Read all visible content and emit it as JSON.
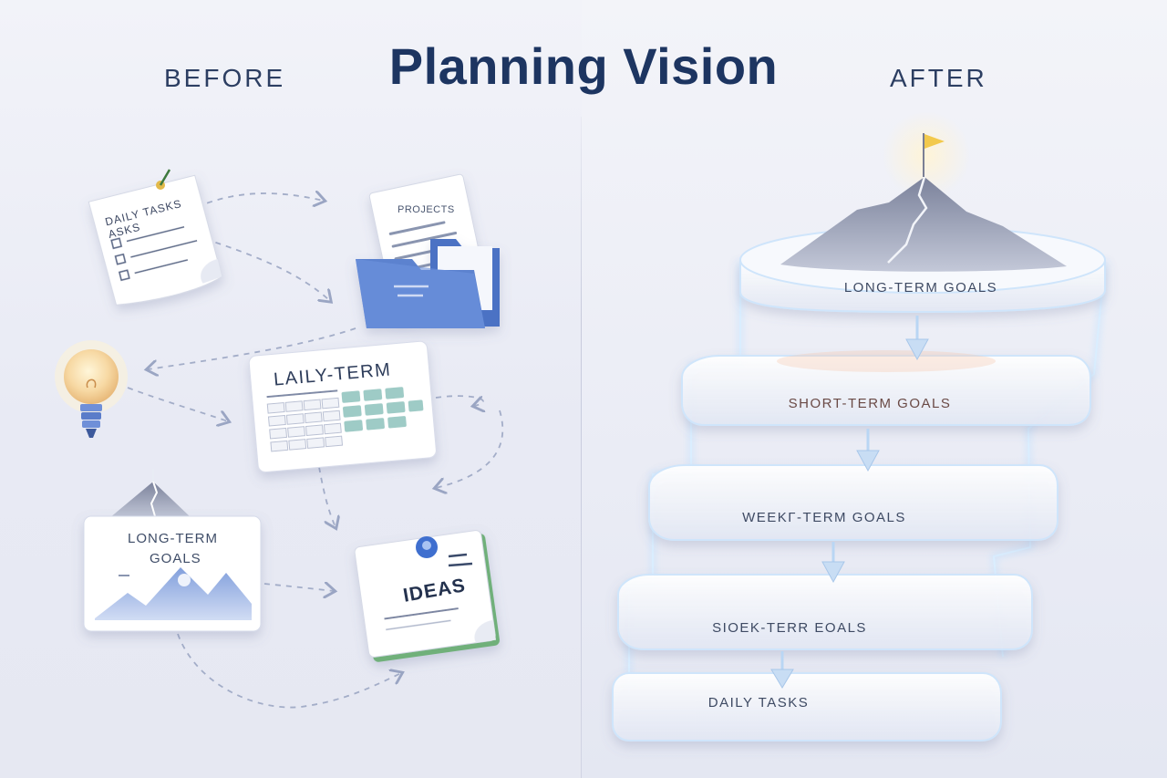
{
  "title": "Planning Vision",
  "before": {
    "heading": "BEFORE",
    "daily_card": {
      "label": "DAILY TASKS\nASKS"
    },
    "projects_card": {
      "label": "PROJECTS"
    },
    "calendar_card": {
      "label": "LAILY-TERM"
    },
    "goals_card": {
      "line1": "LONG-TERM",
      "line2": "GOALS"
    },
    "ideas_card": {
      "label": "IDEAS"
    }
  },
  "after": {
    "heading": "AFTER",
    "tiers": [
      {
        "label": "LONG-TERM GOALS"
      },
      {
        "label": "SHORT-TERM GOALS"
      },
      {
        "label": "WEEKΓ-TERM GOALS"
      },
      {
        "label": "SIOEK-TERR EOALS"
      },
      {
        "label": "DAILY TASKS"
      }
    ]
  },
  "colors": {
    "title": "#1d3561",
    "folder_blue": "#5b82cf",
    "ideas_green": "#6fb07a",
    "flag": "#f2c94c",
    "glow": "#a9d6ff"
  },
  "icons": {
    "flag": "flag-icon",
    "bulb": "lightbulb-icon",
    "folder": "folder-icon",
    "mountain": "mountain-icon",
    "arrow": "arrow-down-icon",
    "pin": "pin-icon"
  }
}
